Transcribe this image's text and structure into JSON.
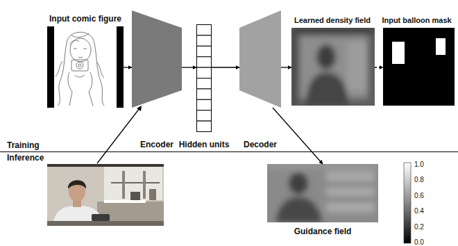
{
  "diagram": {
    "nodes": [
      {
        "text": [
          "Input comic figure"
        ]
      },
      {
        "text": [
          "Encoder"
        ]
      },
      {
        "text": [
          "Hidden units"
        ]
      },
      {
        "text": [
          "Decoder"
        ]
      },
      {
        "text": [
          "Learned density field"
        ]
      },
      {
        "text": [
          "Input balloon mask"
        ]
      },
      {
        "text": [
          "Guidance field"
        ]
      }
    ],
    "edges": [
      {
        "from": 0,
        "to": 1,
        "arrow": "to"
      },
      {
        "from": 1,
        "to": 2,
        "arrow": "to"
      },
      {
        "from": 2,
        "to": 3,
        "arrow": "to"
      },
      {
        "from": 3,
        "to": 4,
        "arrow": "to"
      },
      {
        "from": 4,
        "to": 5,
        "arrow": "to"
      },
      {
        "from": 3,
        "to": 6,
        "arrow": "to"
      }
    ],
    "labels": [
      "Training",
      "Inference",
      "1.0",
      "0.8",
      "0.6",
      "0.4",
      "0.2",
      "0.0"
    ]
  }
}
